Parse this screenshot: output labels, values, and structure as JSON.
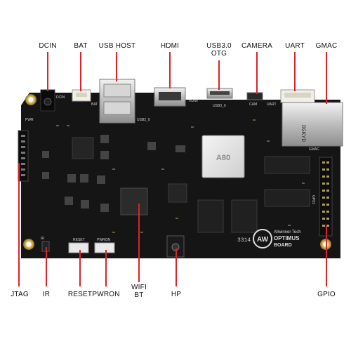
{
  "labels_top": {
    "dcin": "DCIN",
    "bat": "BAT",
    "usb_host": "USB HOST",
    "hdmi": "HDMI",
    "usb3_otg_line1": "USB3.0",
    "usb3_otg_line2": "OTG",
    "camera": "CAMERA",
    "uart": "UART",
    "gmac": "GMAC"
  },
  "labels_bottom": {
    "jtag": "JTAG",
    "ir": "IR",
    "reset": "RESET",
    "pwron": "PWRON",
    "wifi_line1": "WIFI",
    "wifi_line2": "BT",
    "hp": "HP",
    "gpio": "GPIO"
  },
  "board": {
    "brand_line1": "Allwinner Tech",
    "brand_line2": "OPTIMUS",
    "brand_line3": "BOARD",
    "logo_text": "AW",
    "board_number": "3314",
    "chip_text": "A80",
    "silk_reset": "RESET",
    "silk_pwron": "PWRON",
    "silk_hdmi": "HDMI",
    "silk_usb3": "USB3_0",
    "silk_usb2": "USB2_0",
    "silk_gpio": "GPIO",
    "silk_gmac": "GMAC",
    "silk_uart": "UART",
    "silk_dcin": "DCIN",
    "silk_bat": "BAT",
    "silk_cam": "CAM",
    "silk_pwr": "PWR",
    "silk_ir": "IR",
    "eth_text": "DGKYD"
  },
  "colors": {
    "pcb": "#151515",
    "callout_line": "#d8242a",
    "mount_gold": "#c9a447"
  }
}
